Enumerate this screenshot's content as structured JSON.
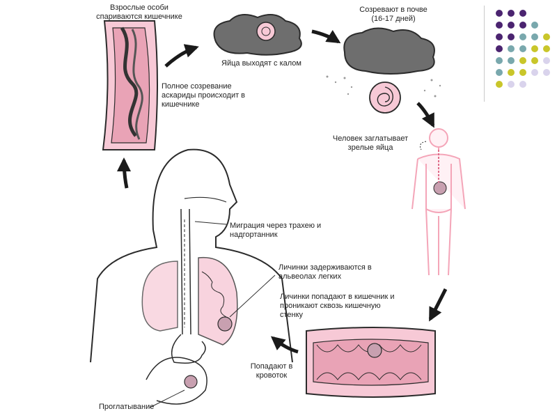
{
  "labels": {
    "adults_mate": "Взрослые особи\nспариваются кишечнике",
    "eggs_feces": "Яйца выходят с калом",
    "mature_soil": "Созревают в почве\n(16-17 дней)",
    "full_maturation": "Полное созревание\nаскариды происходит в\nкишечнике",
    "human_swallows": "Человек заглатывает\nзрелые яйца",
    "migration": "Миграция через трахею и\nнадгортанник",
    "larvae_alveoli": "Личинки задерживаются в\nальвеолах легких",
    "larvae_intestine": "Личинки попадают в кишечник и\nпроникают сквозь кишечную\nстенку",
    "bloodstream": "Попадают в\nкровоток",
    "swallowing": "Проглатывание"
  },
  "colors": {
    "tissue_pink": "#f7c9d6",
    "tissue_dark": "#e9a3b6",
    "outline": "#2b2b2b",
    "cloud_gray": "#6e6e6e",
    "body_pink": "#f4a5b8",
    "dot_purple": "#4b2470",
    "dot_teal": "#79a8ad",
    "dot_yellow": "#c9c62a",
    "dot_lavender": "#d9d3ec"
  },
  "decor": {
    "dot_grid": [
      [
        "dot_purple",
        "dot_purple",
        "dot_purple"
      ],
      [
        "dot_purple",
        "dot_purple",
        "dot_purple",
        "dot_teal"
      ],
      [
        "dot_purple",
        "dot_purple",
        "dot_teal",
        "dot_teal",
        "dot_yellow"
      ],
      [
        "dot_purple",
        "dot_teal",
        "dot_teal",
        "dot_yellow",
        "dot_yellow"
      ],
      [
        "dot_teal",
        "dot_teal",
        "dot_yellow",
        "dot_yellow",
        "dot_lavender"
      ],
      [
        "dot_teal",
        "dot_yellow",
        "dot_yellow",
        "dot_lavender",
        "dot_lavender"
      ],
      [
        "dot_yellow",
        "dot_lavender",
        "dot_lavender"
      ]
    ]
  }
}
